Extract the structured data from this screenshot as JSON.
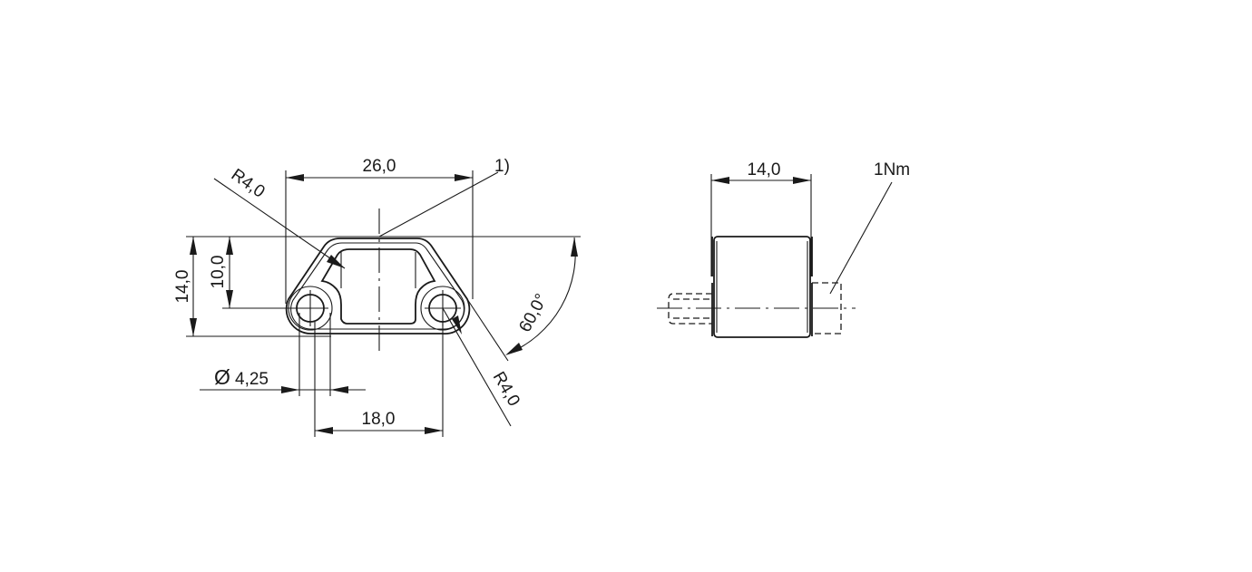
{
  "drawing": {
    "front_view": {
      "width_dim": "26,0",
      "height_dim": "14,0",
      "hole_height_dim": "10,0",
      "hole_spacing_dim": "18,0",
      "hole_diameter_dim": "Ø4,25",
      "hole_diameter_symbol": "Ø",
      "hole_diameter_value": "4,25",
      "radius_top_left": "R4,0",
      "radius_bottom_right": "R4,0",
      "angle_dim": "60,0°",
      "note_callout": "1)"
    },
    "side_view": {
      "depth_dim": "14,0",
      "torque_callout": "1Nm"
    }
  },
  "colors": {
    "line": "#1a1a1a",
    "background": "#ffffff"
  }
}
